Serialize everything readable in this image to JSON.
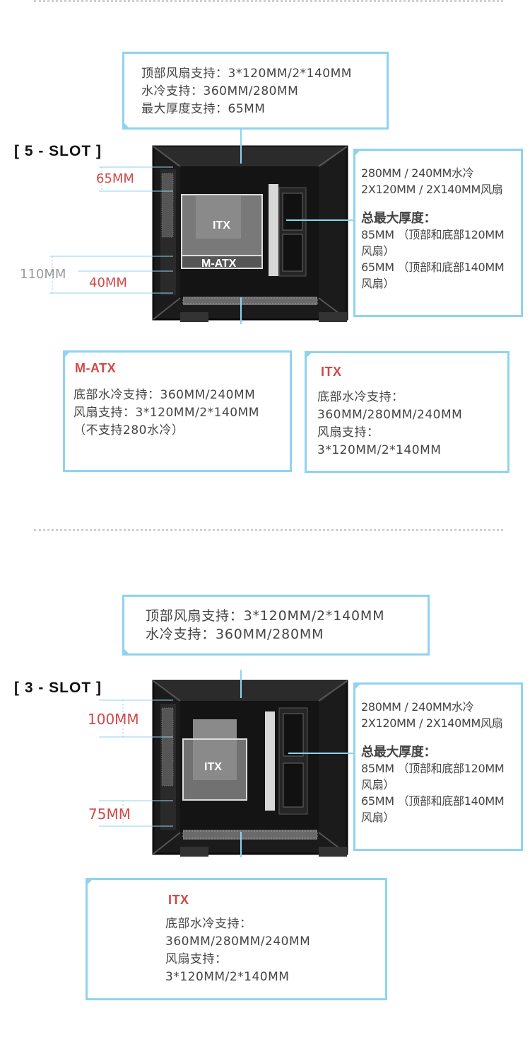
{
  "section5": {
    "slot_label": "[ 5 - SLOT ]",
    "top_box": [
      "顶部风扇支持：3*120MM/2*140MM",
      "水冷支持：360MM/280MM",
      "最大厚度支持：65MM"
    ],
    "right_box": {
      "line1": "280MM / 240MM水冷",
      "line2": "2X120MM / 2X140MM风扇",
      "heading": "总最大厚度：",
      "line3": "85MM （顶部和底部120MM",
      "line4": "风扇）",
      "line5": "65MM （顶部和底部140MM",
      "line6": "风扇）"
    },
    "dims": {
      "top": "65MM",
      "total": "110MM",
      "bottom": "40MM"
    },
    "case_labels": {
      "itx": "ITX",
      "matx": "M-ATX"
    },
    "matx_box": {
      "title": "M-ATX",
      "lines": [
        "底部水冷支持：360MM/240MM",
        "风扇支持：3*120MM/2*140MM",
        "（不支持280水冷）"
      ]
    },
    "itx_box": {
      "title": "ITX",
      "lines": [
        "底部水冷支持：",
        "360MM/280MM/240MM",
        "风扇支持：",
        "3*120MM/2*140MM"
      ]
    }
  },
  "section3": {
    "slot_label": "[ 3 - SLOT ]",
    "top_box": [
      "顶部风扇支持：3*120MM/2*140MM",
      "水冷支持：360MM/280MM"
    ],
    "right_box": {
      "line1": "280MM / 240MM水冷",
      "line2": "2X120MM / 2X140MM风扇",
      "heading": "总最大厚度：",
      "line3": "85MM （顶部和底部120MM",
      "line4": "风扇）",
      "line5": "65MM （顶部和底部140MM",
      "line6": "风扇）"
    },
    "dims": {
      "top": "100MM",
      "bottom": "75MM"
    },
    "case_labels": {
      "itx": "ITX"
    },
    "itx_box": {
      "title": "ITX",
      "lines": [
        "底部水冷支持：",
        "360MM/280MM/240MM",
        "风扇支持：",
        "3*120MM/2*140MM"
      ]
    }
  },
  "colors": {
    "accent_border": "#8fd3f0",
    "dim_red": "#d24848",
    "dim_gray": "#9a9a9a"
  }
}
